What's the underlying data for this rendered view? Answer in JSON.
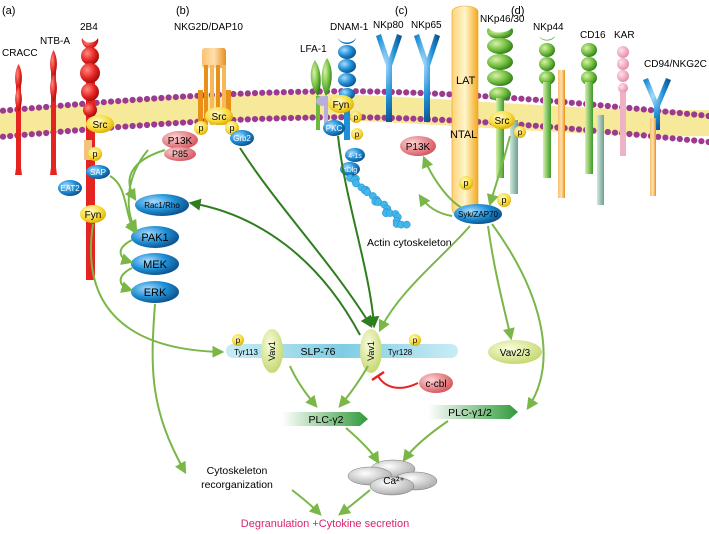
{
  "panels": {
    "a": "(a)",
    "b": "(b)",
    "c": "(c)",
    "d": "(d)"
  },
  "receptors": {
    "cracc": "CRACC",
    "ntba": "NTB-A",
    "b2b4": "2B4",
    "nkg2d": "NKG2D/DAP10",
    "lfa1": "LFA-1",
    "dnam1": "DNAM-1",
    "nkp80": "NKp80",
    "nkp65": "NKp65",
    "nkp4630": "NKp46/30",
    "nkp44": "NKp44",
    "cd16": "CD16",
    "kar": "KAR",
    "cd94": "CD94/NKG2C"
  },
  "adaptors": {
    "lat": "LAT",
    "ntal": "NTAL",
    "src_a": "Src",
    "src_b": "Src",
    "src_d": "Src",
    "sap": "SAP",
    "eat2": "EAT2",
    "fyn_a": "Fyn",
    "fyn_c": "Fyn",
    "pkc": "PKC",
    "talin": "4-1s",
    "hdlg": "hDlg",
    "p13k_b": "P13K",
    "p85": "P85",
    "grb2": "Grb2",
    "p13k_c": "P13K",
    "syk": "Syk/ZAP70",
    "p": "p"
  },
  "pathway": {
    "rac": "Rac1/Rho",
    "pak1": "PAK1",
    "mek": "MEK",
    "erk": "ERK",
    "actin": "Actin cytoskeleton",
    "vav1": "Vav1",
    "slp76": "SLP-76",
    "tyr113": "Tyr113",
    "tyr128": "Tyr128",
    "ccbl": "c-cbl",
    "vav23": "Vav2/3",
    "plcg2": "PLC-γ2",
    "plcg12": "PLC-γ1/2",
    "ca": "Ca²⁺",
    "cyto1": "Cytoskeleton",
    "cyto2": "recorganization",
    "outcome": "Degranulation +Cytokine secretion"
  },
  "colors": {
    "arrow": "#7ab648",
    "membrane_head": "#9b3a8e",
    "membrane_tail": "#f3e27a",
    "red": "#e52320",
    "blue": "#1f8fd6",
    "yellow": "#f4d23c",
    "outcome": "#d6246e"
  }
}
